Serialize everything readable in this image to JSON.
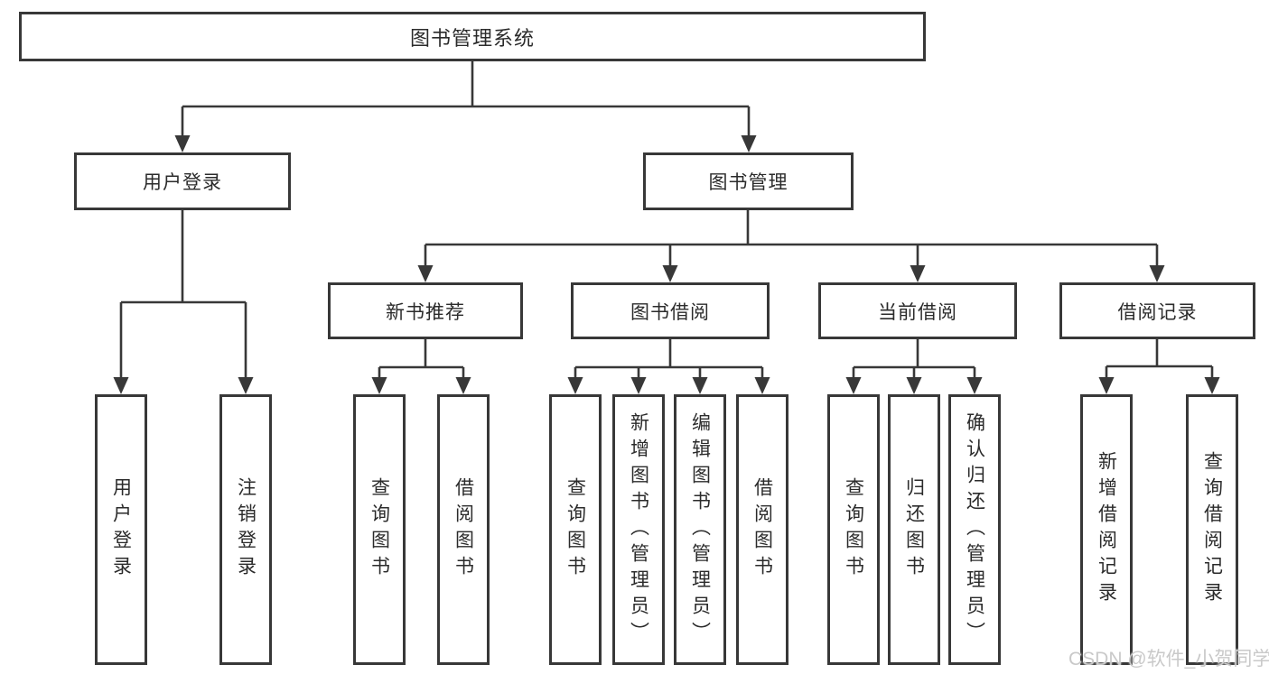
{
  "diagram": {
    "root": {
      "id": "library-system",
      "label": "图书管理系统"
    },
    "level2": [
      {
        "id": "user-login",
        "label": "用户登录",
        "parent": "图书管理系统"
      },
      {
        "id": "book-management",
        "label": "图书管理",
        "parent": "图书管理系统"
      }
    ],
    "level3": [
      {
        "id": "new-book-recommend",
        "label": "新书推荐",
        "parent": "图书管理"
      },
      {
        "id": "book-borrowing",
        "label": "图书借阅",
        "parent": "图书管理"
      },
      {
        "id": "current-borrowing",
        "label": "当前借阅",
        "parent": "图书管理"
      },
      {
        "id": "borrowing-records",
        "label": "借阅记录",
        "parent": "图书管理"
      }
    ],
    "leaves": [
      {
        "id": "leaf-user-login",
        "label": "用户登录",
        "parent": "用户登录"
      },
      {
        "id": "leaf-logout",
        "label": "注销登录",
        "parent": "用户登录"
      },
      {
        "id": "leaf-query-books-recommend",
        "label": "查询图书",
        "parent": "新书推荐"
      },
      {
        "id": "leaf-borrow-books-recommend",
        "label": "借阅图书",
        "parent": "新书推荐"
      },
      {
        "id": "leaf-query-books-borrowing",
        "label": "查询图书",
        "parent": "图书借阅"
      },
      {
        "id": "leaf-add-book-admin",
        "label": "新增图书（管理员）",
        "parent": "图书借阅"
      },
      {
        "id": "leaf-edit-book-admin",
        "label": "编辑图书（管理员）",
        "parent": "图书借阅"
      },
      {
        "id": "leaf-borrow-books-borrowing",
        "label": "借阅图书",
        "parent": "图书借阅"
      },
      {
        "id": "leaf-query-books-current",
        "label": "查询图书",
        "parent": "当前借阅"
      },
      {
        "id": "leaf-return-books",
        "label": "归还图书",
        "parent": "当前借阅"
      },
      {
        "id": "leaf-confirm-return-admin",
        "label": "确认归还（管理员）",
        "parent": "当前借阅"
      },
      {
        "id": "leaf-add-borrow-record",
        "label": "新增借阅记录",
        "parent": "借阅记录"
      },
      {
        "id": "leaf-query-borrow-record",
        "label": "查询借阅记录",
        "parent": "借阅记录"
      }
    ]
  },
  "watermark": {
    "text": "CSDN @软件_小贺同学"
  },
  "colors": {
    "line": "#383838",
    "box_border": "#383838",
    "text": "#2b2b2b",
    "watermark": "#c9c9c9",
    "background": "#ffffff"
  }
}
